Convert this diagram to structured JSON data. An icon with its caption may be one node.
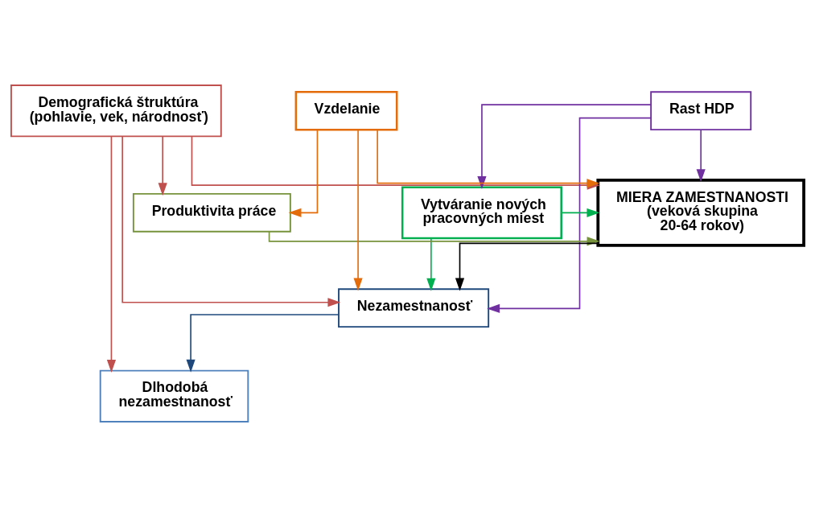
{
  "diagram": {
    "nodes": [
      {
        "text": [
          "Demografická štruktúra (pohlavie, vek, národnosť)"
        ]
      },
      {
        "text": [
          "Rast HDP"
        ]
      },
      {
        "text": [
          "Vytváranie nových pracovných miest"
        ]
      },
      {
        "text": [
          "Produktivita práce"
        ]
      },
      {
        "text": [
          "MIERA ZAMESTNANOSTI (veková skupina 20-64 rokov)"
        ]
      },
      {
        "text": [
          "Nezamestnanosť"
        ]
      },
      {
        "text": [
          "Vzdelanie"
        ]
      },
      {
        "text": [
          "Dlhodobá nezamestnanosť"
        ]
      }
    ],
    "edges": [
      {
        "from": 0,
        "to": 3,
        "arrow": "to",
        "color": "#c0504d"
      },
      {
        "from": 0,
        "to": 4,
        "arrow": "to",
        "color": "#c0504d"
      },
      {
        "from": 0,
        "to": 5,
        "arrow": "to",
        "color": "#c0504d"
      },
      {
        "from": 0,
        "to": 7,
        "arrow": "to",
        "color": "#c0504d"
      },
      {
        "from": 1,
        "to": 4,
        "arrow": "to",
        "color": "#7030a0"
      },
      {
        "from": 1,
        "to": 2,
        "arrow": "to",
        "color": "#7030a0"
      },
      {
        "from": 1,
        "to": 5,
        "arrow": "to",
        "color": "#7030a0"
      },
      {
        "from": 2,
        "to": 4,
        "arrow": "to",
        "color": "#00b050"
      },
      {
        "from": 2,
        "to": 5,
        "arrow": "to",
        "color": "#00b050"
      },
      {
        "from": 3,
        "to": 4,
        "arrow": "to",
        "color": "#77933c"
      },
      {
        "from": 6,
        "to": 3,
        "arrow": "to",
        "color": "#e46c0a"
      },
      {
        "from": 6,
        "to": 4,
        "arrow": "to",
        "color": "#e46c0a"
      },
      {
        "from": 6,
        "to": 5,
        "arrow": "to",
        "color": "#e46c0a"
      },
      {
        "from": 4,
        "to": 5,
        "arrow": "to",
        "color": "#000000"
      },
      {
        "from": 5,
        "to": 7,
        "arrow": "to",
        "color": "#1f497d"
      }
    ]
  }
}
